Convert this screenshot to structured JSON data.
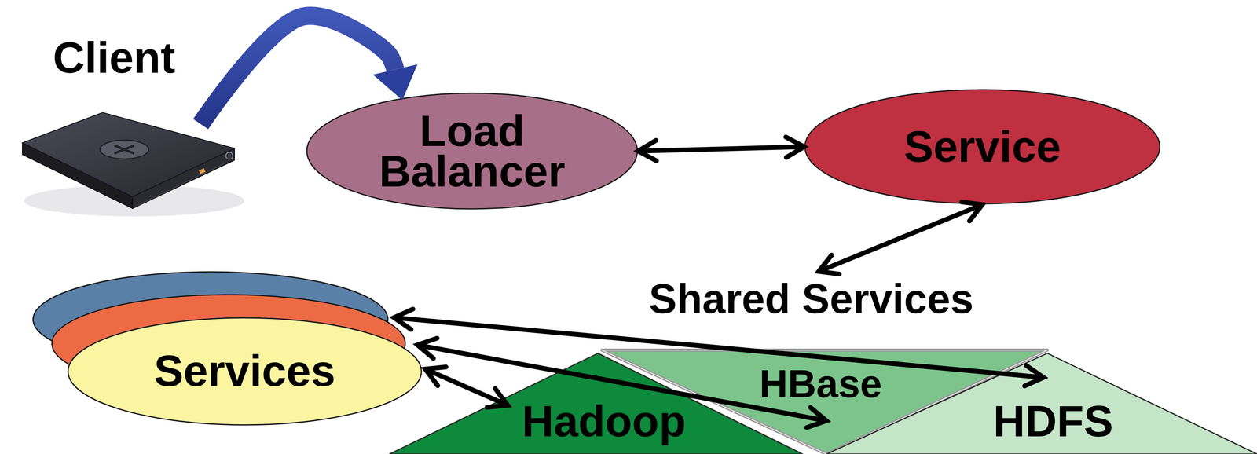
{
  "diagram": {
    "nodes": [
      {
        "text": [
          "Client"
        ]
      },
      {
        "text": [
          "Load Balancer"
        ]
      },
      {
        "text": [
          "Service"
        ]
      },
      {
        "text": [
          "Shared Services"
        ]
      },
      {
        "text": [
          "Services"
        ]
      },
      {
        "text": [
          "Hadoop"
        ]
      },
      {
        "text": [
          "HBase"
        ]
      },
      {
        "text": [
          "HDFS"
        ]
      }
    ],
    "edges": [
      {
        "from": 0,
        "to": 1,
        "arrow": "to"
      },
      {
        "from": 1,
        "to": 2,
        "arrow": "both"
      },
      {
        "from": 2,
        "to": 3,
        "arrow": "both"
      },
      {
        "from": 4,
        "to": 7,
        "arrow": "both"
      },
      {
        "from": 4,
        "to": 6,
        "arrow": "both"
      },
      {
        "from": 4,
        "to": 5,
        "arrow": "both"
      }
    ]
  }
}
